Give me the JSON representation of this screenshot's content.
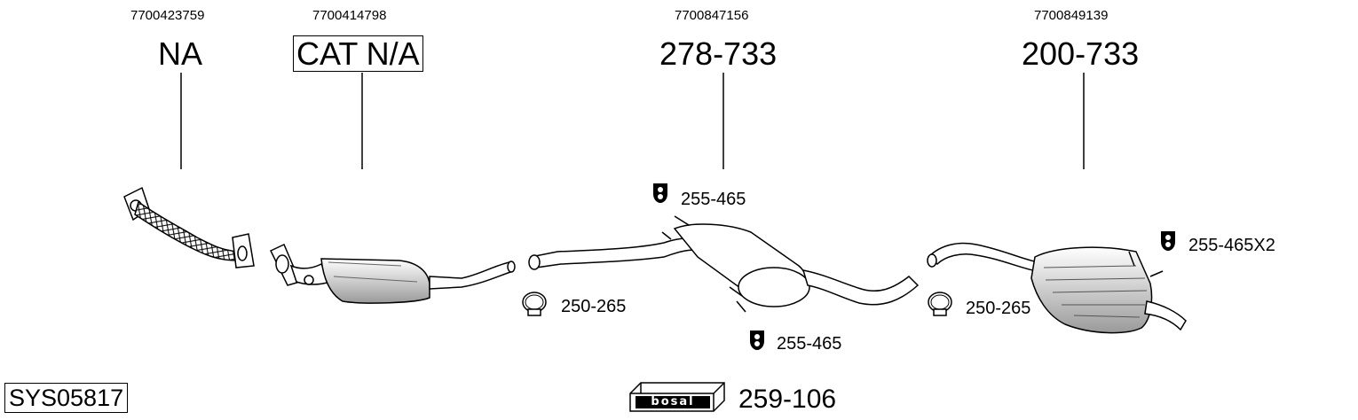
{
  "parts": [
    {
      "oem": "7700423759",
      "label": "NA",
      "boxed": false
    },
    {
      "oem": "7700414798",
      "label": "CAT N/A",
      "boxed": true
    },
    {
      "oem": "7700847156",
      "label": "278-733",
      "boxed": false
    },
    {
      "oem": "7700849139",
      "label": "200-733",
      "boxed": false
    }
  ],
  "fittings": {
    "hanger_front_top": "255-465",
    "hanger_front_bottom": "255-465",
    "hanger_rear": "255-465X2",
    "clamp_front": "250-265",
    "clamp_rear": "250-265"
  },
  "footer": {
    "system_code": "SYS05817",
    "brand": "bosal",
    "kit_number": "259-106"
  },
  "icons": [
    "rubber-hanger-icon",
    "pipe-clamp-icon",
    "bosal-logo-icon"
  ],
  "colors": {
    "ink": "#000000",
    "background": "#ffffff",
    "shade": "#9a9a9a"
  }
}
